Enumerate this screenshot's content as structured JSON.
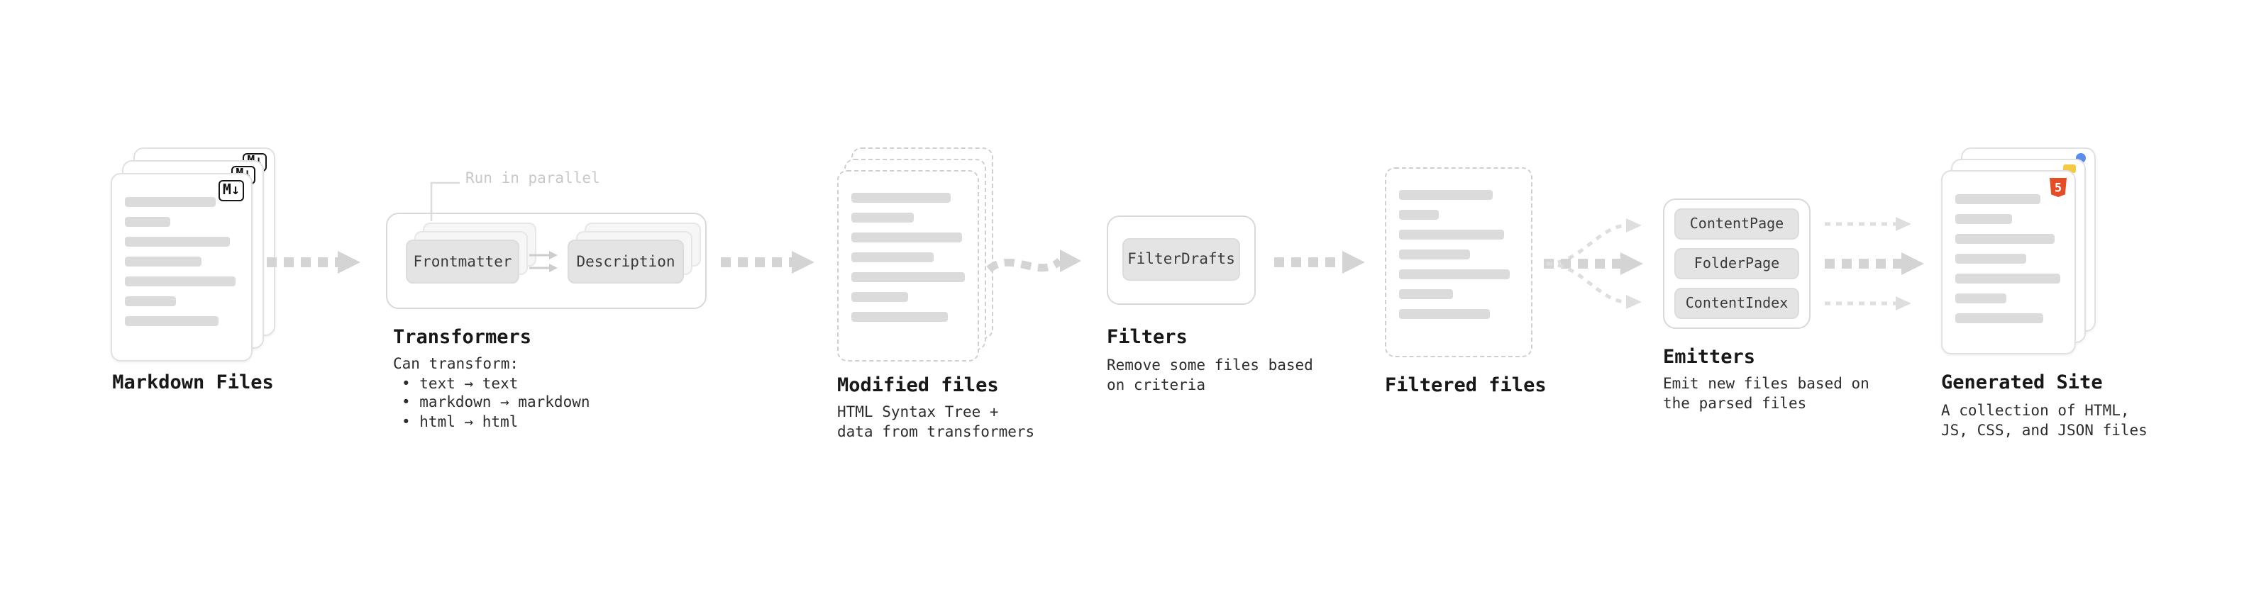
{
  "markdown_files": {
    "label": "Markdown Files",
    "badge": "M↓"
  },
  "transformers": {
    "label": "Transformers",
    "annotation": "Run in parallel",
    "buttons": [
      "Frontmatter",
      "Description"
    ],
    "caption_title": "Can transform:",
    "bullets": [
      "• text → text",
      "• markdown → markdown",
      "• html → html"
    ]
  },
  "modified_files": {
    "label": "Modified files",
    "caption": "HTML Syntax Tree +\ndata from transformers"
  },
  "filters": {
    "label": "Filters",
    "buttons": [
      "FilterDrafts"
    ],
    "caption": "Remove some files based\non criteria"
  },
  "filtered_files": {
    "label": "Filtered files"
  },
  "emitters": {
    "label": "Emitters",
    "buttons": [
      "ContentPage",
      "FolderPage",
      "ContentIndex"
    ],
    "caption": "Emit new files based on\nthe parsed files"
  },
  "generated_site": {
    "label": "Generated Site",
    "badge": "5",
    "caption": "A collection of HTML,\nJS, CSS, and JSON files"
  },
  "colors": {
    "arrow": "#d4d4d4",
    "arrow_thin": "#dedede",
    "button_bg": "#e4e4e4",
    "placeholder_bar": "#dbdbdb",
    "html5_badge": "#e44d26",
    "annotation_text": "#c8c8c8"
  }
}
